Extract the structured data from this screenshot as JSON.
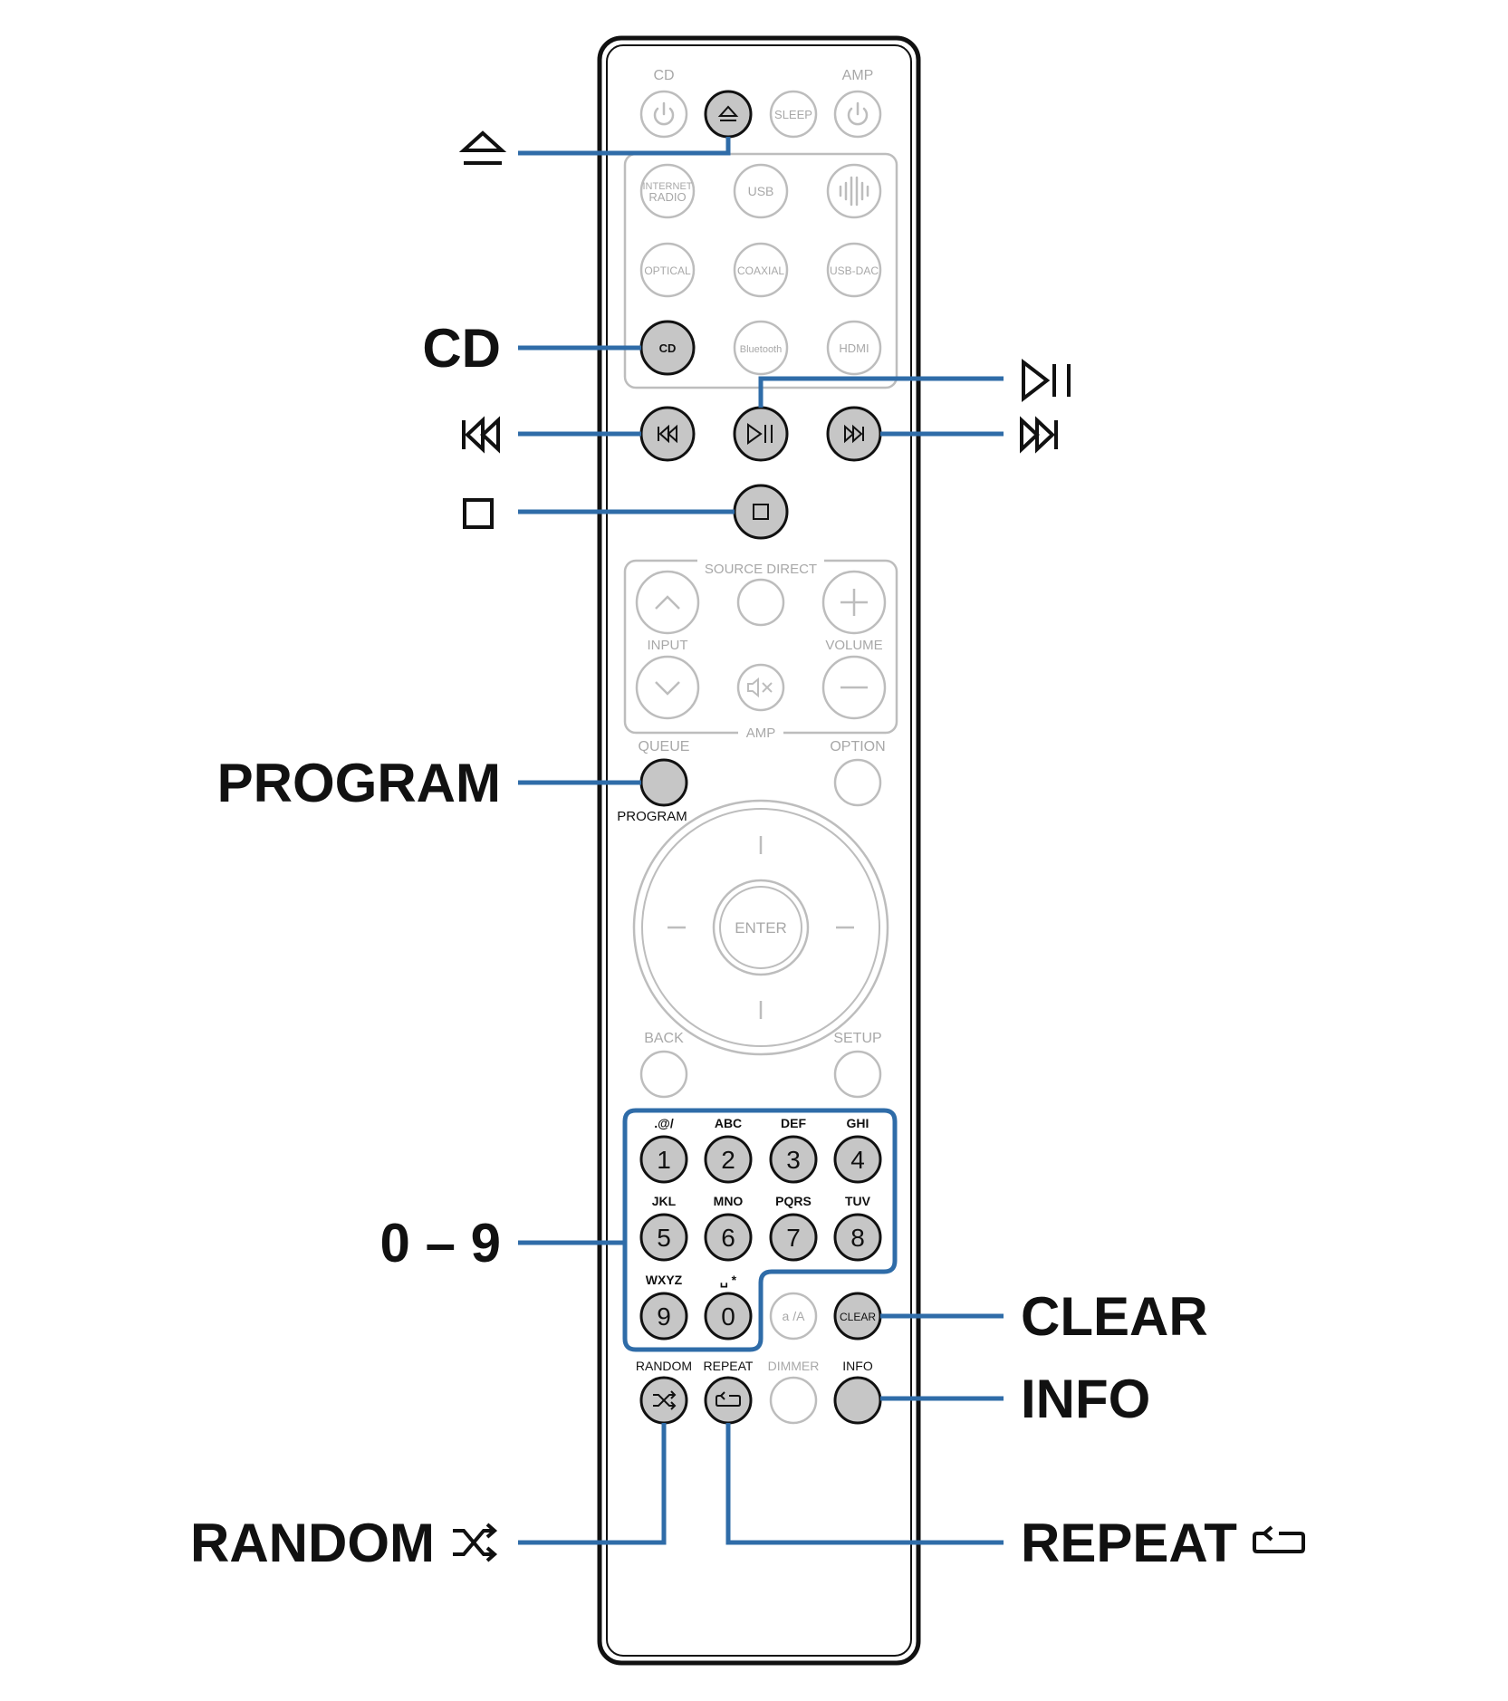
{
  "remote": {
    "top_labels": {
      "cd": "CD",
      "amp": "AMP"
    },
    "sleep": "SLEEP",
    "sources": {
      "internet_radio_1": "INTERNET",
      "internet_radio_2": "RADIO",
      "usb": "USB",
      "optical": "OPTICAL",
      "coaxial": "COAXIAL",
      "usb_dac": "USB-DAC",
      "cd": "CD",
      "bluetooth": "Bluetooth",
      "hdmi": "HDMI"
    },
    "amp_panel": {
      "source_direct": "SOURCE DIRECT",
      "input": "INPUT",
      "volume": "VOLUME",
      "amp": "AMP"
    },
    "queue": "QUEUE",
    "option": "OPTION",
    "program_small": "PROGRAM",
    "enter": "ENTER",
    "back": "BACK",
    "setup": "SETUP",
    "keypad": [
      {
        "letters": ".@/",
        "digit": "1"
      },
      {
        "letters": "ABC",
        "digit": "2"
      },
      {
        "letters": "DEF",
        "digit": "3"
      },
      {
        "letters": "GHI",
        "digit": "4"
      },
      {
        "letters": "JKL",
        "digit": "5"
      },
      {
        "letters": "MNO",
        "digit": "6"
      },
      {
        "letters": "PQRS",
        "digit": "7"
      },
      {
        "letters": "TUV",
        "digit": "8"
      },
      {
        "letters": "WXYZ",
        "digit": "9"
      },
      {
        "letters": "␣ *",
        "digit": "0"
      }
    ],
    "aa": "a /A",
    "clear_small": "CLEAR",
    "random_small": "RANDOM",
    "repeat_small": "REPEAT",
    "dimmer": "DIMMER",
    "info_small": "INFO"
  },
  "callouts": {
    "cd": "CD",
    "program": "PROGRAM",
    "digits": "0 – 9",
    "random": "RANDOM",
    "clear": "CLEAR",
    "info": "INFO",
    "repeat": "REPEAT"
  },
  "icons": {
    "eject": "eject-icon",
    "play_pause": "play-pause-icon",
    "previous": "skip-previous-icon",
    "next": "skip-next-icon",
    "stop": "stop-icon",
    "random": "shuffle-icon",
    "repeat": "repeat-icon"
  },
  "colors": {
    "leader_line": "#2f6ca8",
    "highlight_fill": "#c6c6c6",
    "inactive_stroke": "#bdbdbd",
    "inactive_text": "#a8a8a8",
    "outline": "#111111"
  }
}
